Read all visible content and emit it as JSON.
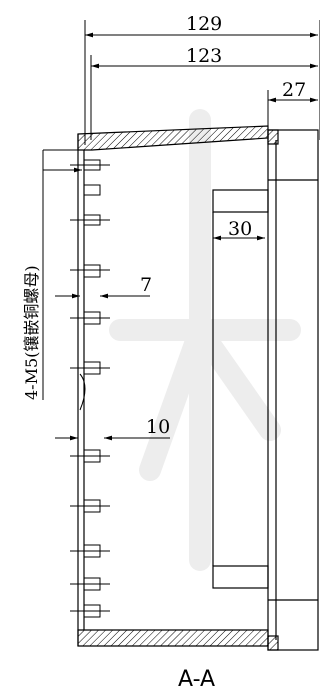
{
  "dimensions": {
    "overall_width": "129",
    "inner_width": "123",
    "lid_depth": "27",
    "boss_depth": "30",
    "flange_gap": "7",
    "rib_gap": "10"
  },
  "thread_note": "4-M5(镶嵌铜螺母)",
  "section_label": "A-A",
  "colors": {
    "line": "#000000",
    "watermark": "#eeeeee",
    "background": "#ffffff"
  }
}
